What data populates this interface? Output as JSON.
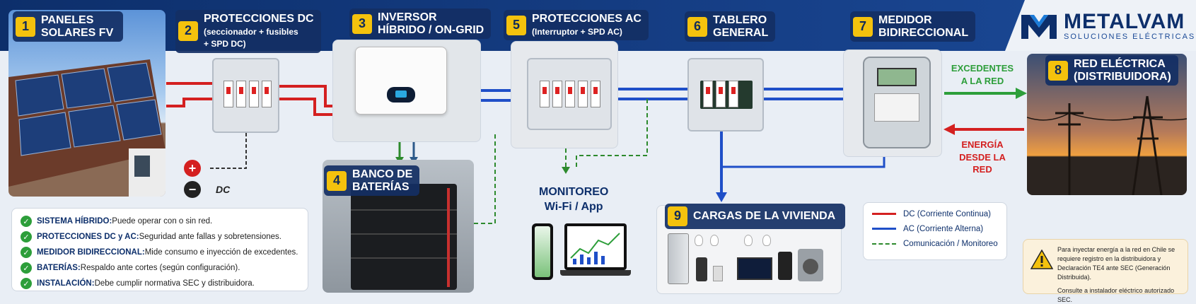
{
  "nodes": [
    {
      "num": "1",
      "title": "PANELES",
      "title2": "SOLARES FV"
    },
    {
      "num": "2",
      "title": "PROTECCIONES DC",
      "sub": "(seccionador + fusibles",
      "sub2": "+ SPD DC)"
    },
    {
      "num": "3",
      "title": "INVERSOR",
      "title2": "HÍBRIDO / ON-GRID"
    },
    {
      "num": "4",
      "title": "BANCO DE",
      "title2": "BATERÍAS"
    },
    {
      "num": "5",
      "title": "PROTECCIONES AC",
      "sub": "(Interruptor + SPD AC)"
    },
    {
      "num": "6",
      "title": "TABLERO",
      "title2": "GENERAL"
    },
    {
      "num": "7",
      "title": "MEDIDOR",
      "title2": "BIDIRECCIONAL"
    },
    {
      "num": "8",
      "title": "RED ELÉCTRICA",
      "title2": "(DISTRIBUIDORA)"
    },
    {
      "num": "9",
      "title": "CARGAS DE LA VIVIENDA"
    }
  ],
  "brand": {
    "name": "METALVAM",
    "tagline": "SOLUCIONES ELÉCTRICAS"
  },
  "polarity": {
    "plus": "+",
    "minus": "−",
    "label": "DC"
  },
  "monitoring": {
    "line1": "MONITOREO",
    "line2": "Wi-Fi / App"
  },
  "flows": {
    "export1": "EXCEDENTES",
    "export2": "A LA RED",
    "import1": "ENERGÍA",
    "import2": "DESDE LA RED"
  },
  "features": [
    {
      "bold": "SISTEMA HÍBRIDO:",
      "text": " Puede operar con o sin red."
    },
    {
      "bold": "PROTECCIONES DC y AC:",
      "text": " Seguridad ante fallas y sobretensiones."
    },
    {
      "bold": "MEDIDOR BIDIRECCIONAL:",
      "text": " Mide consumo e inyección de excedentes."
    },
    {
      "bold": "BATERÍAS:",
      "text": " Respaldo ante cortes (según configuración)."
    },
    {
      "bold": "INSTALACIÓN:",
      "text": " Debe cumplir normativa SEC y distribuidora."
    }
  ],
  "legend": [
    {
      "label": "DC (Corriente Continua)",
      "color": "#d42020",
      "style": "solid"
    },
    {
      "label": "AC (Corriente Alterna)",
      "color": "#1f4fc8",
      "style": "solid"
    },
    {
      "label": "Comunicación / Monitoreo",
      "color": "#2d8a2d",
      "style": "dashed"
    }
  ],
  "notice": {
    "line1": "Para inyectar energía a la red en Chile se",
    "line2": "requiere registro en la distribuidora y",
    "line3": "Declaración TE4 ante SEC (Generación Distribuida).",
    "line4": "Consulte a instalador eléctrico autorizado SEC."
  },
  "colors": {
    "dc": "#d42020",
    "ac": "#1f4fc8",
    "comm": "#2d8a2d",
    "navy": "#0d2f6b",
    "yellow": "#f4c20d"
  }
}
